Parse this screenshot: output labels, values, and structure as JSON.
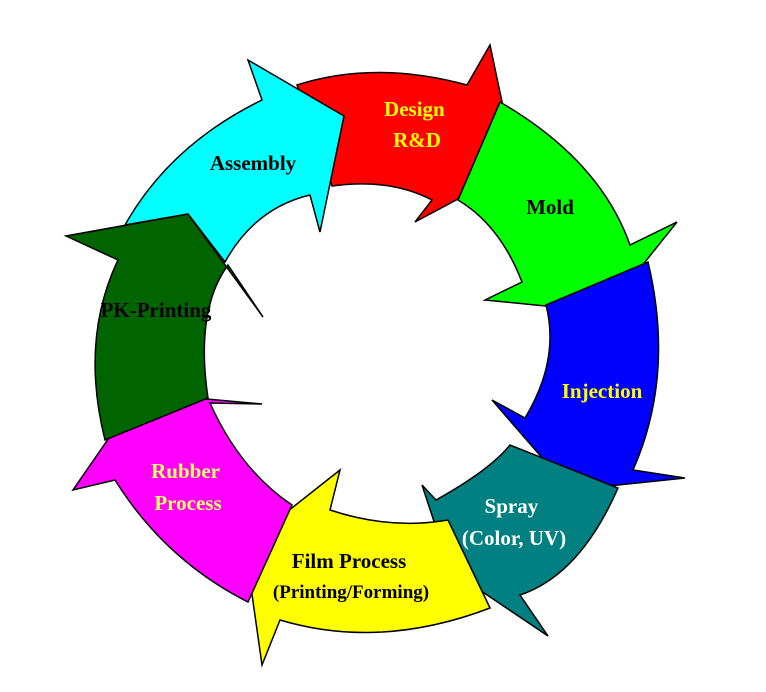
{
  "diagram": {
    "type": "cycle",
    "direction": "clockwise",
    "steps": [
      {
        "id": "design",
        "lines": [
          "Design",
          "R&D"
        ],
        "fill": "#ff0000",
        "text_color": "#ffff00"
      },
      {
        "id": "mold",
        "lines": [
          "Mold"
        ],
        "fill": "#00ff00",
        "text_color": "#000000"
      },
      {
        "id": "injection",
        "lines": [
          "Injection"
        ],
        "fill": "#0000ff",
        "text_color": "#ffff00"
      },
      {
        "id": "spray",
        "lines": [
          "Spray",
          "(Color, UV)"
        ],
        "fill": "#008080",
        "text_color": "#ffffff"
      },
      {
        "id": "film",
        "lines": [
          "Film Process",
          "(Printing/Forming)"
        ],
        "fill": "#ffff00",
        "text_color": "#000000"
      },
      {
        "id": "rubber",
        "lines": [
          "Rubber",
          "Process"
        ],
        "fill": "#ff00ff",
        "text_color": "#ffff66"
      },
      {
        "id": "pk-printing",
        "lines": [
          "PK-Printing"
        ],
        "fill": "#006400",
        "text_color": "#000000"
      },
      {
        "id": "assembly",
        "lines": [
          "Assembly"
        ],
        "fill": "#00ffff",
        "text_color": "#000000"
      }
    ]
  }
}
